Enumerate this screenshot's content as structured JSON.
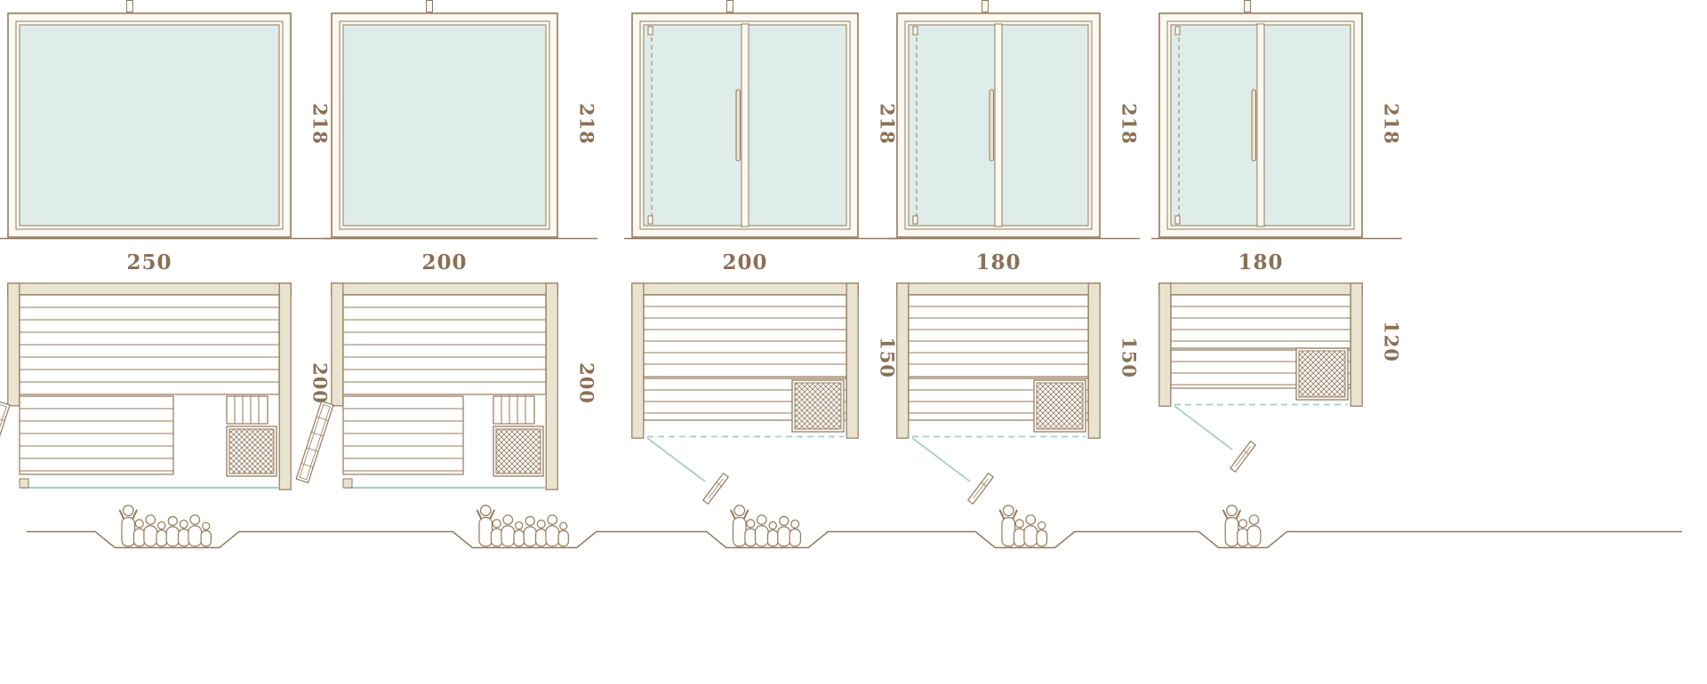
{
  "title": "Sauna cabin size comparison diagram",
  "colors": {
    "line": "#96795A",
    "label": "#8A7054",
    "glass": "#DFEDEA",
    "teal": "#A7CFC8",
    "wall_fill": "#E9E4D0",
    "frame_fill": "#FBF9F1"
  },
  "models": [
    {
      "name": "sauna-250x200",
      "height_label": "218",
      "width_label": "250",
      "depth_label": "200",
      "width_cm": 250,
      "depth_cm": 200,
      "height_cm": 218,
      "front": "fixed-glass",
      "door": "side-left",
      "capacity": 8
    },
    {
      "name": "sauna-200x200",
      "height_label": "218",
      "width_label": "200",
      "depth_label": "200",
      "width_cm": 200,
      "depth_cm": 200,
      "height_cm": 218,
      "front": "fixed-glass",
      "door": "side-left",
      "capacity": 8
    },
    {
      "name": "sauna-200x150",
      "height_label": "218",
      "width_label": "200",
      "depth_label": "150",
      "width_cm": 200,
      "depth_cm": 150,
      "height_cm": 218,
      "front": "glass-door",
      "door": "front-glass",
      "capacity": 6
    },
    {
      "name": "sauna-180x150",
      "height_label": "218",
      "width_label": "180",
      "depth_label": "150",
      "width_cm": 180,
      "depth_cm": 150,
      "height_cm": 218,
      "front": "glass-door",
      "door": "front-glass",
      "capacity": 4
    },
    {
      "name": "sauna-180x120",
      "height_label": "218",
      "width_label": "180",
      "depth_label": "120",
      "width_cm": 180,
      "depth_cm": 120,
      "height_cm": 218,
      "front": "glass-door",
      "door": "front-glass",
      "capacity": 3
    }
  ]
}
